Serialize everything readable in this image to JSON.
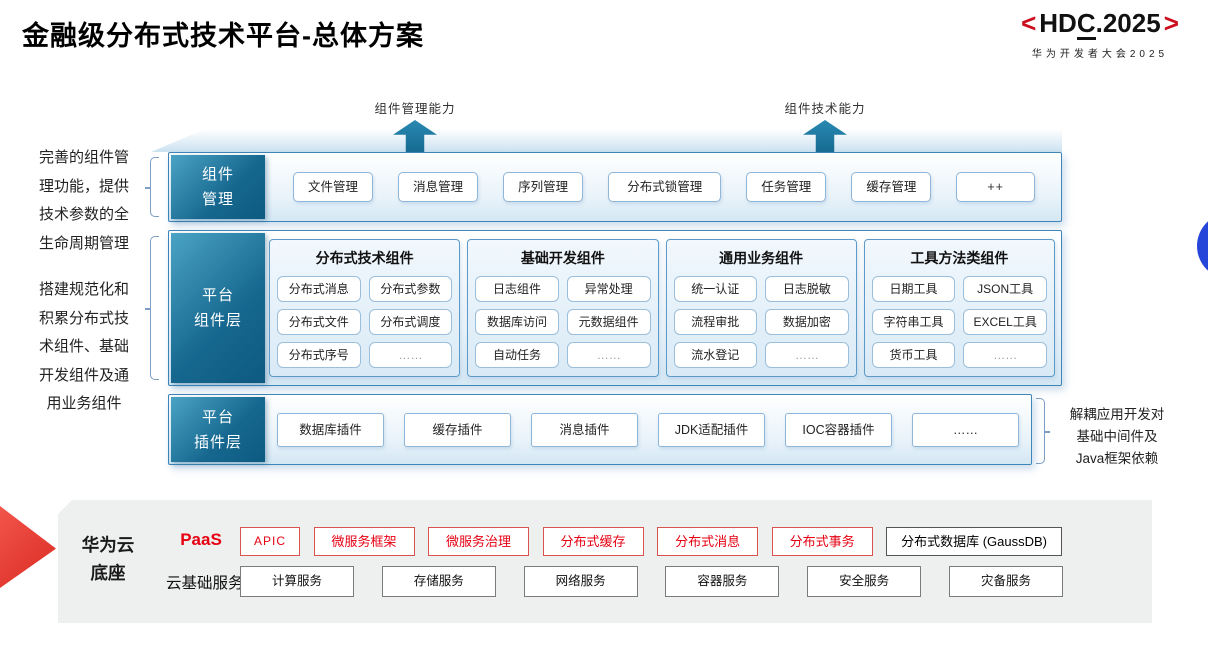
{
  "title": "金融级分布式技术平台-总体方案",
  "logo": {
    "left_angle": "<",
    "part1": "HD",
    "part2": "C",
    "part3": ".2025",
    "right_angle": ">",
    "subtitle": "华为开发者大会2025"
  },
  "arrows": [
    {
      "label": "组件管理能力"
    },
    {
      "label": "组件技术能力"
    }
  ],
  "annotations": {
    "left_top": "完善的组件管\n理功能，提供\n技术参数的全\n生命周期管理",
    "left_bottom": "搭建规范化和\n积累分布式技\n术组件、基础\n开发组件及通\n用业务组件",
    "right": "解耦应用开发对\n基础中间件及\nJava框架依赖"
  },
  "component_mgmt": {
    "label": "组件\n管理",
    "items": [
      "文件管理",
      "消息管理",
      "序列管理",
      "分布式锁管理",
      "任务管理",
      "缓存管理",
      "++"
    ]
  },
  "platform_components": {
    "label": "平台\n组件层",
    "groups": [
      {
        "title": "分布式技术组件",
        "items": [
          "分布式消息",
          "分布式参数",
          "分布式文件",
          "分布式调度",
          "分布式序号",
          "……"
        ]
      },
      {
        "title": "基础开发组件",
        "items": [
          "日志组件",
          "异常处理",
          "数据库访问",
          "元数据组件",
          "自动任务",
          "……"
        ]
      },
      {
        "title": "通用业务组件",
        "items": [
          "统一认证",
          "日志脱敏",
          "流程审批",
          "数据加密",
          "流水登记",
          "……"
        ]
      },
      {
        "title": "工具方法类组件",
        "items": [
          "日期工具",
          "JSON工具",
          "字符串工具",
          "EXCEL工具",
          "货币工具",
          "……"
        ]
      }
    ]
  },
  "platform_plugins": {
    "label": "平台\n插件层",
    "items": [
      "数据库插件",
      "缓存插件",
      "消息插件",
      "JDK适配插件",
      "IOC容器插件",
      "……"
    ]
  },
  "foundation": {
    "label": "华为云\n底座",
    "paas": {
      "label": "PaaS",
      "items": [
        "APIC",
        "微服务框架",
        "微服务治理",
        "分布式缓存",
        "分布式消息",
        "分布式事务"
      ],
      "neutral_item": "分布式数据库 (GaussDB)"
    },
    "cloud": {
      "label": "云基础服务",
      "items": [
        "计算服务",
        "存储服务",
        "网络服务",
        "容器服务",
        "安全服务",
        "灾备服务"
      ]
    }
  },
  "colors": {
    "teal_dark": "#0d5a82",
    "teal_light": "#4aa3c4",
    "layer_border": "#3e86b8",
    "hdc_red": "#cc0d1e",
    "paas_red": "#e60012",
    "gray_panel": "#eef0ef",
    "blue_circle": "#2546d8"
  }
}
